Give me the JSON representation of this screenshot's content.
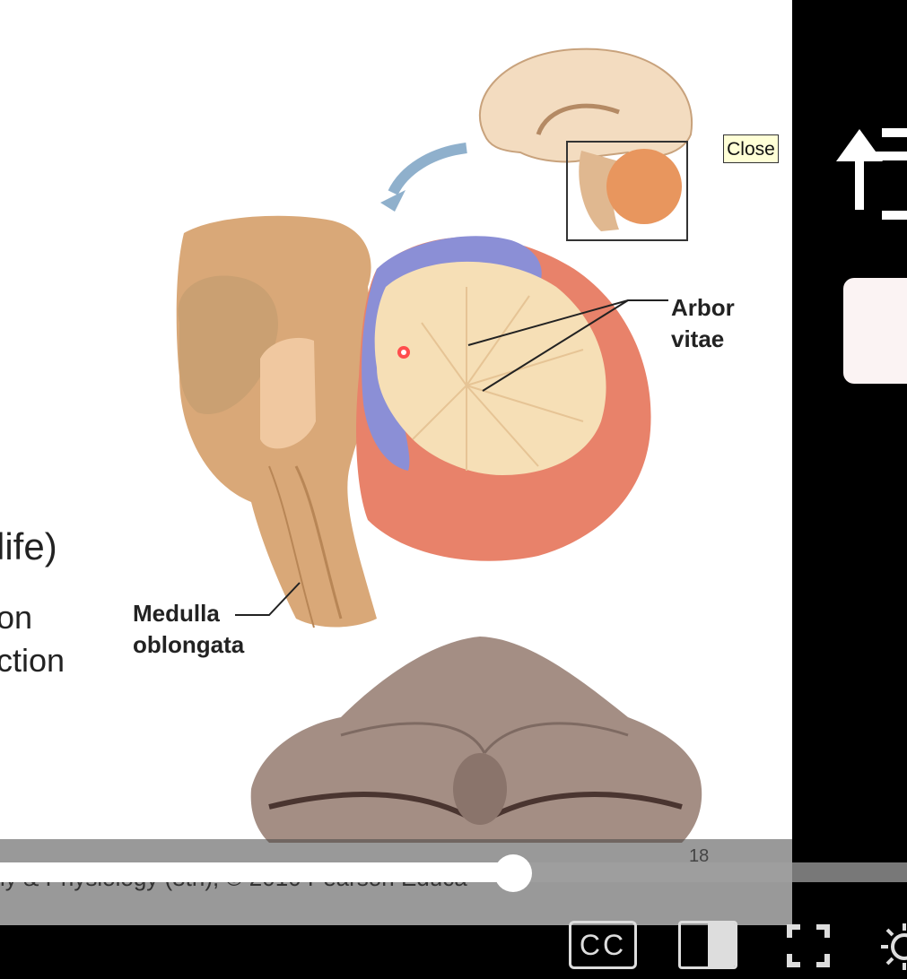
{
  "slide": {
    "text_life": "life)",
    "text_on": "on",
    "text_ction": "ction",
    "label_arbor": [
      "Arbor",
      "vitae"
    ],
    "label_medulla": [
      "Medulla",
      "oblongata"
    ],
    "footer": "ly & Physiology (8th), © 2010 Pearson Educa",
    "slide_number": "18"
  },
  "tooltip": {
    "close_label": "Close"
  },
  "player": {
    "progress_fraction": 0.566,
    "cc_label": "CC",
    "icons": [
      "rotate-icon",
      "split-view-icon",
      "fullscreen-icon",
      "brightness-icon"
    ]
  },
  "colors": {
    "cerebellum_salmon": "#e8826a",
    "vermis_blue": "#8b8fd6",
    "brainstem_tan": "#d9a878",
    "arbor_cream": "#f6dfb6",
    "specimen_gray": "#a48e84"
  }
}
